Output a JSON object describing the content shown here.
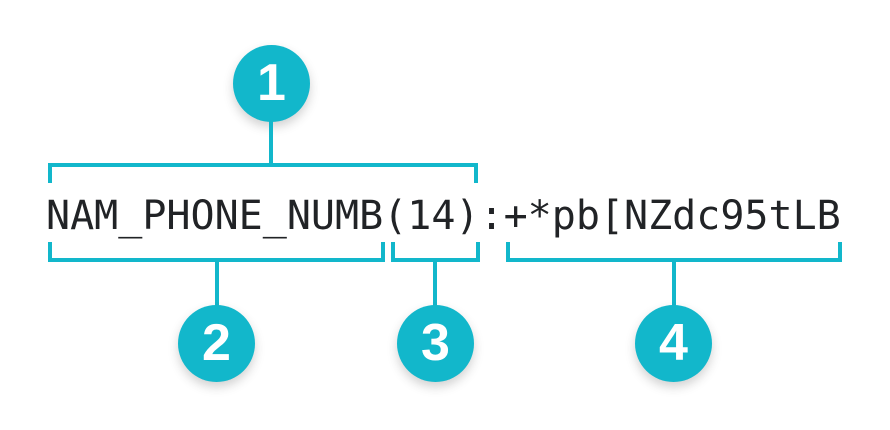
{
  "colors": {
    "accent": "#12b7cb",
    "text": "#212326",
    "background": "#ffffff",
    "marker_number": "#ffffff"
  },
  "token": {
    "full": "NAM_PHONE_NUMB(14):+*pb[NZdc95tLB",
    "name": "NAM_PHONE_NUMB",
    "length": "(14)",
    "separator": ":",
    "value": "+*pb[NZdc95tLB"
  },
  "markers": [
    "1",
    "2",
    "3",
    "4"
  ]
}
